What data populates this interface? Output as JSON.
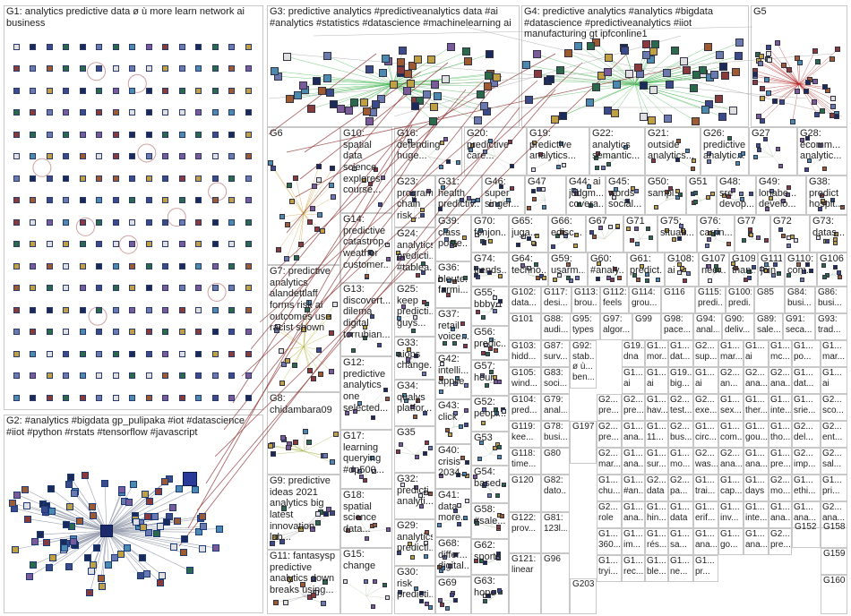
{
  "title": "",
  "groups": [
    {
      "id": "G1",
      "label": "G1: analytics predictive data ø ù more learn network ai business"
    },
    {
      "id": "G2",
      "label": "G2: #analytics #bigdata gp_pulipaka #iot #datascience #iiot #python #rstats #tensorflow #javascript"
    },
    {
      "id": "G3",
      "label": "G3: predictive analytics #predictiveanalytics data #ai #analytics #statistics #datascience #machinelearning ai"
    },
    {
      "id": "G4",
      "label": "G4: predictive analytics #analytics #bigdata #datascience #predictiveanalytics #iiot manufacturing gt ipfconline1"
    },
    {
      "id": "G5",
      "label": "G5"
    },
    {
      "id": "G6",
      "label": "G6"
    },
    {
      "id": "G7",
      "label": "G7: predictive analytics alandettlaff forms risk ai outcomes use racist shown"
    },
    {
      "id": "G8",
      "label": "G8: chidambara09"
    },
    {
      "id": "G9",
      "label": "G9: predictive ideas 2021 analytics big latest innovation lab..."
    },
    {
      "id": "G10",
      "label": "G10: spatial data science explores course..."
    },
    {
      "id": "G11",
      "label": "G11: fantasysp predictive analytics down breaks using..."
    },
    {
      "id": "G12",
      "label": "G12: predictive analytics one selected..."
    },
    {
      "id": "G13",
      "label": "G13: discovert... dilema digital torrubian..."
    },
    {
      "id": "G14",
      "label": "G14: predictive catastrop... weather customer..."
    },
    {
      "id": "G15",
      "label": "G15: change"
    },
    {
      "id": "G16",
      "label": "G16: defending huge..."
    },
    {
      "id": "G17",
      "label": "G17: learning querying #dp500..."
    },
    {
      "id": "G18",
      "label": "G18: spatial science data..."
    },
    {
      "id": "G19",
      "label": "G19: predictive analytics..."
    },
    {
      "id": "G20",
      "label": "G20: predictive care..."
    },
    {
      "id": "G21",
      "label": "G21: outside analytics..."
    },
    {
      "id": "G22",
      "label": "G22: analytics semantic..."
    },
    {
      "id": "G23",
      "label": "G23: program chain risk..."
    },
    {
      "id": "G24",
      "label": "G24: analytics predicti... #tablea..."
    },
    {
      "id": "G25",
      "label": "G25: keep predicti... guys..."
    },
    {
      "id": "G26",
      "label": "G26: predictive analytic..."
    },
    {
      "id": "G27",
      "label": "G27"
    },
    {
      "id": "G28",
      "label": "G28: ecomm... analytic..."
    },
    {
      "id": "G29",
      "label": "G29: analytics predicti..."
    },
    {
      "id": "G30",
      "label": "G30: risk predicti..."
    },
    {
      "id": "G31",
      "label": "G31: health predictiv..."
    },
    {
      "id": "G32",
      "label": "G32: predicti... analyti..."
    },
    {
      "id": "G33",
      "label": "G33: aiops change..."
    },
    {
      "id": "G34",
      "label": "G34: qualys platfor..."
    },
    {
      "id": "G35",
      "label": "G35"
    },
    {
      "id": "G36",
      "label": "G36: bleute... farmi..."
    },
    {
      "id": "G37",
      "label": "G37: retail voice..."
    },
    {
      "id": "G38",
      "label": "G38: predict hospit..."
    },
    {
      "id": "G39",
      "label": "G39: class poste..."
    },
    {
      "id": "G40",
      "label": "G40: crisis 2034..."
    },
    {
      "id": "G41",
      "label": "G41: data more..."
    },
    {
      "id": "G42",
      "label": "G42: intelli... applie..."
    },
    {
      "id": "G43",
      "label": "G43: click"
    },
    {
      "id": "G44",
      "label": "G44: ai judgm... covera..."
    },
    {
      "id": "G45",
      "label": "G45: words social..."
    },
    {
      "id": "G46",
      "label": "G46: super singer..."
    },
    {
      "id": "G47",
      "label": "G47"
    },
    {
      "id": "G48",
      "label": "G48: sre devop..."
    },
    {
      "id": "G49",
      "label": "G49: lonabe... develo..."
    },
    {
      "id": "G50",
      "label": "G50: sampl..."
    },
    {
      "id": "G51",
      "label": "G51"
    },
    {
      "id": "G52",
      "label": "G52: peopl..."
    },
    {
      "id": "G53",
      "label": "G53"
    },
    {
      "id": "G54",
      "label": "G54: based..."
    },
    {
      "id": "G55",
      "label": "G55: bbby..."
    },
    {
      "id": "G56",
      "label": "G56: predic..."
    },
    {
      "id": "G57",
      "label": "G57: hour..."
    },
    {
      "id": "G58",
      "label": "G58: #sale..."
    },
    {
      "id": "G59",
      "label": "G59: usarm..."
    },
    {
      "id": "G60",
      "label": "G60: #analy..."
    },
    {
      "id": "G61",
      "label": "G61: predict..."
    },
    {
      "id": "G62",
      "label": "G62: sports"
    },
    {
      "id": "G63",
      "label": "G63: hope"
    },
    {
      "id": "G64",
      "label": "G64: techno..."
    },
    {
      "id": "G65",
      "label": "G65: juga..."
    },
    {
      "id": "G66",
      "label": "G66: edisc..."
    },
    {
      "id": "G67",
      "label": "G67"
    },
    {
      "id": "G68",
      "label": "G68: differ... digital..."
    },
    {
      "id": "G69",
      "label": "G69"
    },
    {
      "id": "G70",
      "label": "G70: fonjon..."
    },
    {
      "id": "G71",
      "label": "G71"
    },
    {
      "id": "G72",
      "label": "G72"
    },
    {
      "id": "G73",
      "label": "G73: datas..."
    },
    {
      "id": "G74",
      "label": "G74: trends..."
    },
    {
      "id": "G75",
      "label": "G75: situati..."
    },
    {
      "id": "G76",
      "label": "G76: carrin..."
    },
    {
      "id": "G77",
      "label": "G77"
    },
    {
      "id": "G78",
      "label": "G78: busi..."
    },
    {
      "id": "G79",
      "label": "G79: anal..."
    },
    {
      "id": "G80",
      "label": "G80"
    },
    {
      "id": "G81",
      "label": "G81: 123l..."
    },
    {
      "id": "G82",
      "label": "G82: dato..."
    },
    {
      "id": "G83",
      "label": "G83: soci..."
    },
    {
      "id": "G84",
      "label": "G84: busi..."
    },
    {
      "id": "G85",
      "label": "G85"
    },
    {
      "id": "G86",
      "label": "G86: busi..."
    },
    {
      "id": "G87",
      "label": "G87: surv..."
    },
    {
      "id": "G88",
      "label": "G88: audi..."
    },
    {
      "id": "G89",
      "label": "G89: sale..."
    },
    {
      "id": "G90",
      "label": "G90: deliv..."
    },
    {
      "id": "G91",
      "label": "G91: seca..."
    },
    {
      "id": "G92",
      "label": "G92: stab... ø ù... ben..."
    },
    {
      "id": "G93",
      "label": "G93: trad..."
    },
    {
      "id": "G94",
      "label": "G94: anal..."
    },
    {
      "id": "G95",
      "label": "G95: types"
    },
    {
      "id": "G96",
      "label": "G96"
    },
    {
      "id": "G97",
      "label": "G97: algor..."
    },
    {
      "id": "G98",
      "label": "G98: pace..."
    },
    {
      "id": "G99",
      "label": "G99"
    },
    {
      "id": "G100",
      "label": "G100: predi..."
    },
    {
      "id": "G101",
      "label": "G101"
    },
    {
      "id": "G102",
      "label": "G102: data..."
    },
    {
      "id": "G103",
      "label": "G103: hidd..."
    },
    {
      "id": "G104",
      "label": "G104: pred..."
    },
    {
      "id": "G105",
      "label": "G105: wind..."
    },
    {
      "id": "G106",
      "label": "G106"
    },
    {
      "id": "G107",
      "label": "G107: nee..."
    },
    {
      "id": "G108",
      "label": "G108: ai"
    },
    {
      "id": "G109",
      "label": "G109: than..."
    },
    {
      "id": "G110",
      "label": "G110: com..."
    },
    {
      "id": "G111",
      "label": "G111: join..."
    },
    {
      "id": "G112",
      "label": "G112: feels"
    },
    {
      "id": "G113",
      "label": "G113: brou..."
    },
    {
      "id": "G114",
      "label": "G114: grou..."
    },
    {
      "id": "G115",
      "label": "G115: predi..."
    },
    {
      "id": "G116",
      "label": "G116"
    },
    {
      "id": "G117",
      "label": "G117: desi..."
    },
    {
      "id": "G118",
      "label": "G118: time..."
    },
    {
      "id": "G119",
      "label": "G119: kee..."
    },
    {
      "id": "G120",
      "label": "G120"
    },
    {
      "id": "G121",
      "label": "G121: linear"
    },
    {
      "id": "G122",
      "label": "G122: prov..."
    },
    {
      "id": "G152",
      "label": "G152"
    },
    {
      "id": "G158",
      "label": "G158"
    },
    {
      "id": "G159",
      "label": "G159"
    },
    {
      "id": "G160",
      "label": "G160"
    },
    {
      "id": "G197",
      "label": "G197"
    },
    {
      "id": "G203",
      "label": "G203"
    }
  ],
  "small_cells": [
    "G19... dna",
    "G1... mor...",
    "G1... dat...",
    "G2... sup...",
    "G1... mar...",
    "G1... ai",
    "G1... mc...",
    "G1... po...",
    "G1... mar...",
    "G1... ai",
    "G1... ai",
    "G19... big...",
    "G1... ai",
    "G2... an...",
    "G2... ana...",
    "G2... ana...",
    "G1... dat...",
    "G1... ai",
    "G2... pre...",
    "G2... pre...",
    "G1... hav...",
    "G2... test...",
    "G2... exe...",
    "G1... sex...",
    "G1... ther...",
    "G1... inte...",
    "G1... srie...",
    "G2... sco...",
    "G2... pre...",
    "G1... ana...",
    "G1... 11...",
    "G2... bus...",
    "G1... circ...",
    "G1... com...",
    "G1... gou...",
    "G1... tho...",
    "G2... del...",
    "G2... ent...",
    "G2... mar...",
    "G1... ana...",
    "G1... sur...",
    "G1... mo...",
    "G2... was...",
    "G2... ana...",
    "G1... ana...",
    "G1... pre...",
    "G2... imp...",
    "G2... sal...",
    "G1... chu...",
    "G1... #an...",
    "G2... data",
    "G2... pa...",
    "G1... trai...",
    "G1... cap...",
    "G1... days",
    "G2... mo...",
    "G1... ethi...",
    "G1... pri...",
    "G2... role",
    "G1... ana...",
    "G1... hin...",
    "G1... data",
    "G1... erif...",
    "G1... inv...",
    "G1... inte...",
    "G1... ana...",
    "G1... ana...",
    "G2... ana...",
    "G1... 360...",
    "G1... im...",
    "G1... rés...",
    "G1... sa...",
    "G1... ana...",
    "G1... go...",
    "G1... ana...",
    "G2... pre...",
    "G1... tryi...",
    "G1... rec...",
    "G1... ble...",
    "G1... ne...",
    "G1... pr..."
  ],
  "colors": {
    "background": "#ffffff",
    "cell_border": "#c8c8c8",
    "edge_gray": "#b4b4b4",
    "edge_red": "#8b2a2a",
    "node_border": "#2a3a6a",
    "g2_edge": "#9aa0b0",
    "g3_edge": "#3cb44b",
    "g5_edge": "#b22222"
  }
}
